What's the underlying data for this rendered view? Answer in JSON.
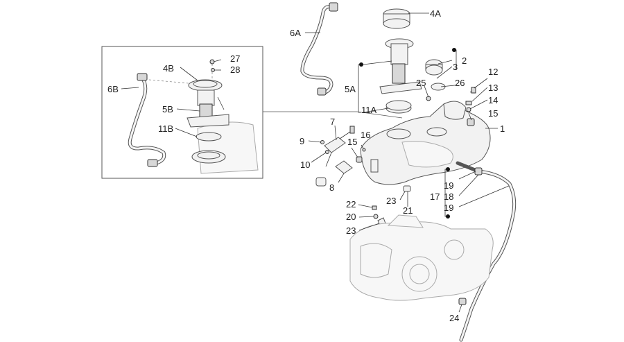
{
  "labels": {
    "l1": "1",
    "l2": "2",
    "l3": "3",
    "l4A": "4A",
    "l4B": "4B",
    "l5A": "5A",
    "l5B": "5B",
    "l6A": "6A",
    "l6B": "6B",
    "l7": "7",
    "l8": "8",
    "l9": "9",
    "l10": "10",
    "l11A": "11A",
    "l11B": "11B",
    "l12": "12",
    "l13": "13",
    "l14": "14",
    "l15a": "15",
    "l15b": "15",
    "l16": "16",
    "l17": "17",
    "l18": "18",
    "l19a": "19",
    "l19b": "19",
    "l20": "20",
    "l21": "21",
    "l22": "22",
    "l23a": "23",
    "l23b": "23",
    "l24": "24",
    "l25": "25",
    "l26": "26",
    "l27": "27",
    "l28": "28"
  },
  "colors": {
    "line": "#333333",
    "part_fill": "#f2f2f2",
    "ghost_fill": "#f7f7f7"
  }
}
